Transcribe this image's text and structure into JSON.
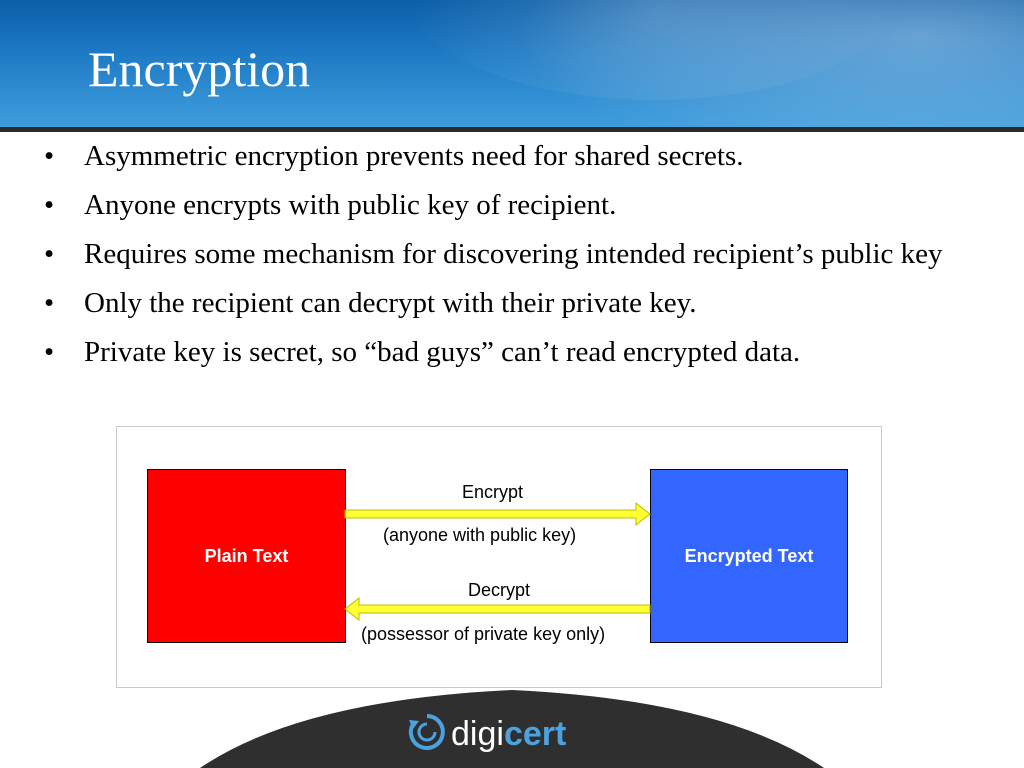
{
  "slide": {
    "title": "Encryption",
    "bullets": [
      "Asymmetric encryption prevents need for shared secrets.",
      "Anyone encrypts with public key of recipient.",
      "Requires some mechanism for discovering intended recipient’s public key",
      "Only the recipient can decrypt with their private key.",
      "Private key is secret, so “bad guys” can’t read encrypted data."
    ],
    "bullet_symbol": "•"
  },
  "diagram": {
    "plain_box": {
      "label": "Plain Text",
      "color": "#ff0000"
    },
    "encrypted_box": {
      "label": "Encrypted Text",
      "color": "#3366ff"
    },
    "encrypt_arrow": {
      "label": "Encrypt",
      "sublabel": "(anyone with public key)",
      "color": "#ffff33"
    },
    "decrypt_arrow": {
      "label": "Decrypt",
      "sublabel": "(possessor of private key only)",
      "color": "#ffff33"
    }
  },
  "footer": {
    "logo_icon": "digicert-circle-arrows-icon",
    "logo_text_primary": "digi",
    "logo_text_accent": "cert",
    "logo_accent_color": "#4aa3e0"
  },
  "theme": {
    "header_color": "#1f7cc6",
    "footer_arc_color": "#2f2f2f"
  }
}
